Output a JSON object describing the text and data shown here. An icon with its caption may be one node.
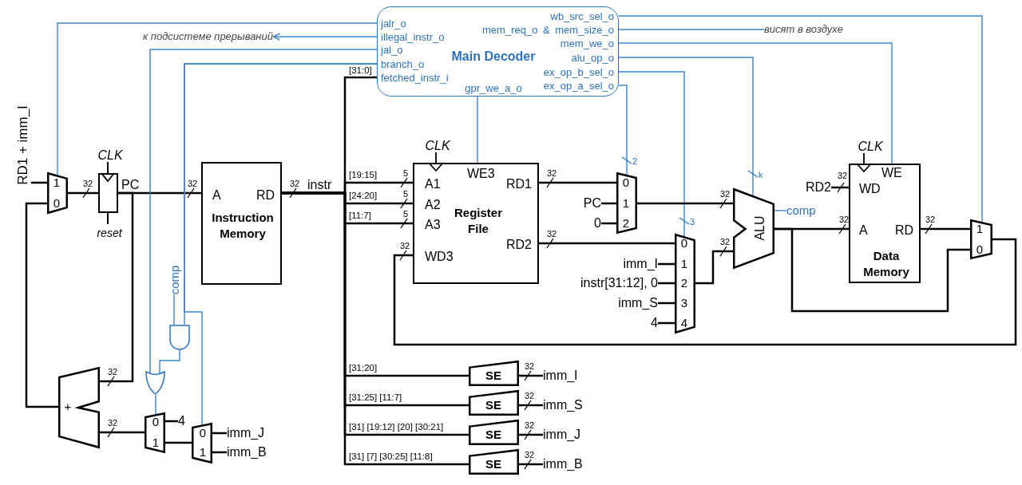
{
  "diagram": {
    "nodes": [
      {
        "text": [
          "Main Decoder",
          "jalr_o",
          "illegal_instr_o",
          "jal_o",
          "branch_o",
          "fetched_instr_i",
          "wb_src_sel_o",
          "mem_req_o & mem_size_o",
          "mem_we_o",
          "alu_op_o",
          "ex_op_b_sel_o",
          "gpr_we_a_o",
          "ex_op_a_sel_o"
        ]
      },
      {
        "text": [
          "к подсистеме прерываний"
        ]
      },
      {
        "text": [
          "висят в воздухе"
        ]
      },
      {
        "text": [
          "RD1 + imm_I"
        ]
      },
      {
        "text": [
          "1",
          "0"
        ]
      },
      {
        "text": [
          "CLK"
        ],
        "beside": [
          "PC",
          "reset"
        ]
      },
      {
        "text": [
          "A",
          "RD",
          "Instruction Memory"
        ]
      },
      {
        "text": [
          "CLK",
          "WE3",
          "A1",
          "RD1",
          "A2",
          "A3",
          "Register File",
          "RD2",
          "WD3"
        ]
      },
      {
        "text": [
          "0",
          "1",
          "2"
        ]
      },
      {
        "text": [
          "PC"
        ]
      },
      {
        "text": [
          "0"
        ]
      },
      {
        "text": [
          "ALU"
        ]
      },
      {
        "text": [
          "comp"
        ]
      },
      {
        "text": [
          "CLK",
          "WE",
          "WD",
          "A",
          "RD",
          "Data Memory"
        ]
      },
      {
        "text": [
          "RD2"
        ]
      },
      {
        "text": [
          "1",
          "0"
        ]
      },
      {
        "text": [
          "0",
          "1",
          "2",
          "3",
          "4"
        ]
      },
      {
        "text": [
          "imm_I"
        ]
      },
      {
        "text": [
          "instr[31:12], 0"
        ]
      },
      {
        "text": [
          "imm_S"
        ]
      },
      {
        "text": [
          "4"
        ]
      },
      {
        "text": [
          "comp"
        ]
      },
      {
        "text": [],
        "shape": "gate"
      },
      {
        "text": [],
        "shape": "gate"
      },
      {
        "text": [
          "+"
        ]
      },
      {
        "text": [
          "SE"
        ]
      },
      {
        "text": [
          "imm_I"
        ]
      },
      {
        "text": [
          "SE"
        ]
      },
      {
        "text": [
          "imm_S"
        ]
      },
      {
        "text": [
          "0",
          "1"
        ]
      },
      {
        "text": [
          "4"
        ]
      },
      {
        "text": [
          "0",
          "1"
        ]
      },
      {
        "text": [
          "imm_J"
        ]
      },
      {
        "text": [
          "imm_B"
        ]
      },
      {
        "text": [
          "SE"
        ]
      },
      {
        "text": [
          "imm_J"
        ]
      },
      {
        "text": [
          "SE"
        ]
      },
      {
        "text": [
          "imm_B"
        ]
      }
    ],
    "edges": [
      {
        "from": 0,
        "to": 1,
        "arrow": "to",
        "color": "#3c84c8"
      },
      {
        "from": 0,
        "to": 2,
        "arrow": "none",
        "color": "#3c84c8"
      },
      {
        "from": 0,
        "to": 4,
        "arrow": "none",
        "color": "#3c84c8"
      },
      {
        "from": 3,
        "to": 4,
        "arrow": "none"
      },
      {
        "from": 4,
        "to": 5,
        "arrow": "none"
      },
      {
        "from": 5,
        "to": 6,
        "arrow": "none"
      },
      {
        "from": 5,
        "to": 24,
        "arrow": "none"
      },
      {
        "from": 24,
        "to": 4,
        "arrow": "none"
      },
      {
        "from": 6,
        "to": 0,
        "arrow": "none",
        "label": "[31:0]"
      },
      {
        "from": 6,
        "to": 7,
        "arrow": "none",
        "label": "[19:15]"
      },
      {
        "from": 6,
        "to": 7,
        "arrow": "none",
        "label": "[24:20]"
      },
      {
        "from": 6,
        "to": 7,
        "arrow": "none",
        "label": "[11:7]"
      },
      {
        "from": 6,
        "to": 25,
        "arrow": "none",
        "label": "[31:20]"
      },
      {
        "from": 6,
        "to": 27,
        "arrow": "none",
        "label": "[31:25] [11:7]"
      },
      {
        "from": 6,
        "to": 34,
        "arrow": "none",
        "label": "[31] [19:12] [20] [30:21]"
      },
      {
        "from": 6,
        "to": 36,
        "arrow": "none",
        "label": "[31] [7] [30:25] [11:8]"
      },
      {
        "from": 0,
        "to": 7,
        "arrow": "none",
        "color": "#3c84c8"
      },
      {
        "from": 7,
        "to": 8,
        "arrow": "none"
      },
      {
        "from": 9,
        "to": 8,
        "arrow": "none"
      },
      {
        "from": 10,
        "to": 8,
        "arrow": "none"
      },
      {
        "from": 0,
        "to": 8,
        "arrow": "none",
        "color": "#3c84c8"
      },
      {
        "from": 7,
        "to": 16,
        "arrow": "none"
      },
      {
        "from": 17,
        "to": 16,
        "arrow": "none"
      },
      {
        "from": 18,
        "to": 16,
        "arrow": "none"
      },
      {
        "from": 19,
        "to": 16,
        "arrow": "none"
      },
      {
        "from": 20,
        "to": 16,
        "arrow": "none"
      },
      {
        "from": 0,
        "to": 16,
        "arrow": "none",
        "color": "#3c84c8"
      },
      {
        "from": 8,
        "to": 11,
        "arrow": "none"
      },
      {
        "from": 16,
        "to": 11,
        "arrow": "none"
      },
      {
        "from": 0,
        "to": 11,
        "arrow": "none",
        "color": "#3c84c8"
      },
      {
        "from": 11,
        "to": 12,
        "arrow": "none",
        "color": "#3c84c8"
      },
      {
        "from": 11,
        "to": 13,
        "arrow": "none"
      },
      {
        "from": 11,
        "to": 15,
        "arrow": "none"
      },
      {
        "from": 14,
        "to": 13,
        "arrow": "none"
      },
      {
        "from": 0,
        "to": 13,
        "arrow": "none",
        "color": "#3c84c8"
      },
      {
        "from": 13,
        "to": 15,
        "arrow": "none"
      },
      {
        "from": 0,
        "to": 15,
        "arrow": "none",
        "color": "#3c84c8"
      },
      {
        "from": 15,
        "to": 7,
        "arrow": "none"
      },
      {
        "from": 0,
        "to": 23,
        "arrow": "none",
        "color": "#3c84c8"
      },
      {
        "from": 0,
        "to": 22,
        "arrow": "none",
        "color": "#3c84c8"
      },
      {
        "from": 0,
        "to": 31,
        "arrow": "none",
        "color": "#3c84c8"
      },
      {
        "from": 21,
        "to": 22,
        "arrow": "none",
        "color": "#3c84c8"
      },
      {
        "from": 22,
        "to": 23,
        "arrow": "none",
        "color": "#3c84c8"
      },
      {
        "from": 23,
        "to": 29,
        "arrow": "none",
        "color": "#3c84c8"
      },
      {
        "from": 29,
        "to": 24,
        "arrow": "none"
      },
      {
        "from": 30,
        "to": 29,
        "arrow": "none"
      },
      {
        "from": 31,
        "to": 29,
        "arrow": "none"
      },
      {
        "from": 32,
        "to": 31,
        "arrow": "none"
      },
      {
        "from": 33,
        "to": 31,
        "arrow": "none"
      },
      {
        "from": 25,
        "to": 26,
        "arrow": "none"
      },
      {
        "from": 27,
        "to": 28,
        "arrow": "none"
      },
      {
        "from": 34,
        "to": 35,
        "arrow": "none"
      },
      {
        "from": 36,
        "to": 37,
        "arrow": "none"
      }
    ],
    "labels": [
      "2",
      "5",
      "32",
      "k",
      "32",
      "32",
      "32",
      "instr",
      "32",
      "5",
      "32",
      "5",
      "3",
      "32",
      "32",
      "32",
      "32",
      "32",
      "32",
      "32",
      "32",
      "32",
      "32",
      "32"
    ]
  }
}
